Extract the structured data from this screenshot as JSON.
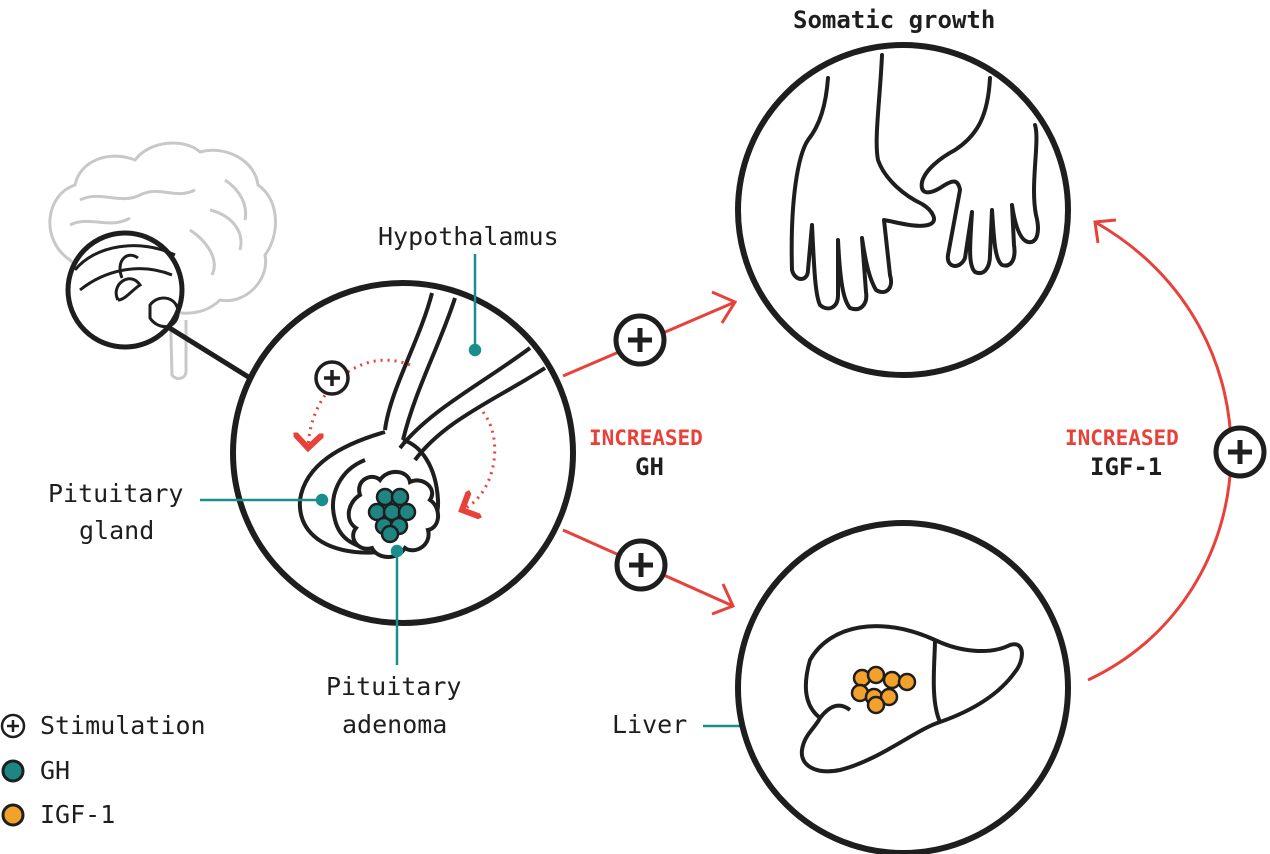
{
  "colors": {
    "line": "#1e1e1e",
    "red": "#e8413a",
    "teal": "#1a8e8c",
    "gh_fill": "#1e8582",
    "igf_fill": "#f2a12a",
    "brain_gray": "#c8c8c8"
  },
  "labels": {
    "somatic_growth": "Somatic growth",
    "hypothalamus": "Hypothalamus",
    "pituitary_gland_line1": "Pituitary",
    "pituitary_gland_line2": "gland",
    "pituitary_adenoma_line1": "Pituitary",
    "pituitary_adenoma_line2": "adenoma",
    "liver": "Liver",
    "increased_gh_word": "INCREASED",
    "increased_gh_hormone": "GH",
    "increased_igf_word": "INCREASED",
    "increased_igf_hormone": "IGF-1"
  },
  "legend": {
    "stimulation": "Stimulation",
    "gh": "GH",
    "igf1": "IGF-1"
  },
  "icons": {
    "stimulation": "plus-in-circle",
    "gh": "teal-dot",
    "igf1": "orange-dot"
  }
}
